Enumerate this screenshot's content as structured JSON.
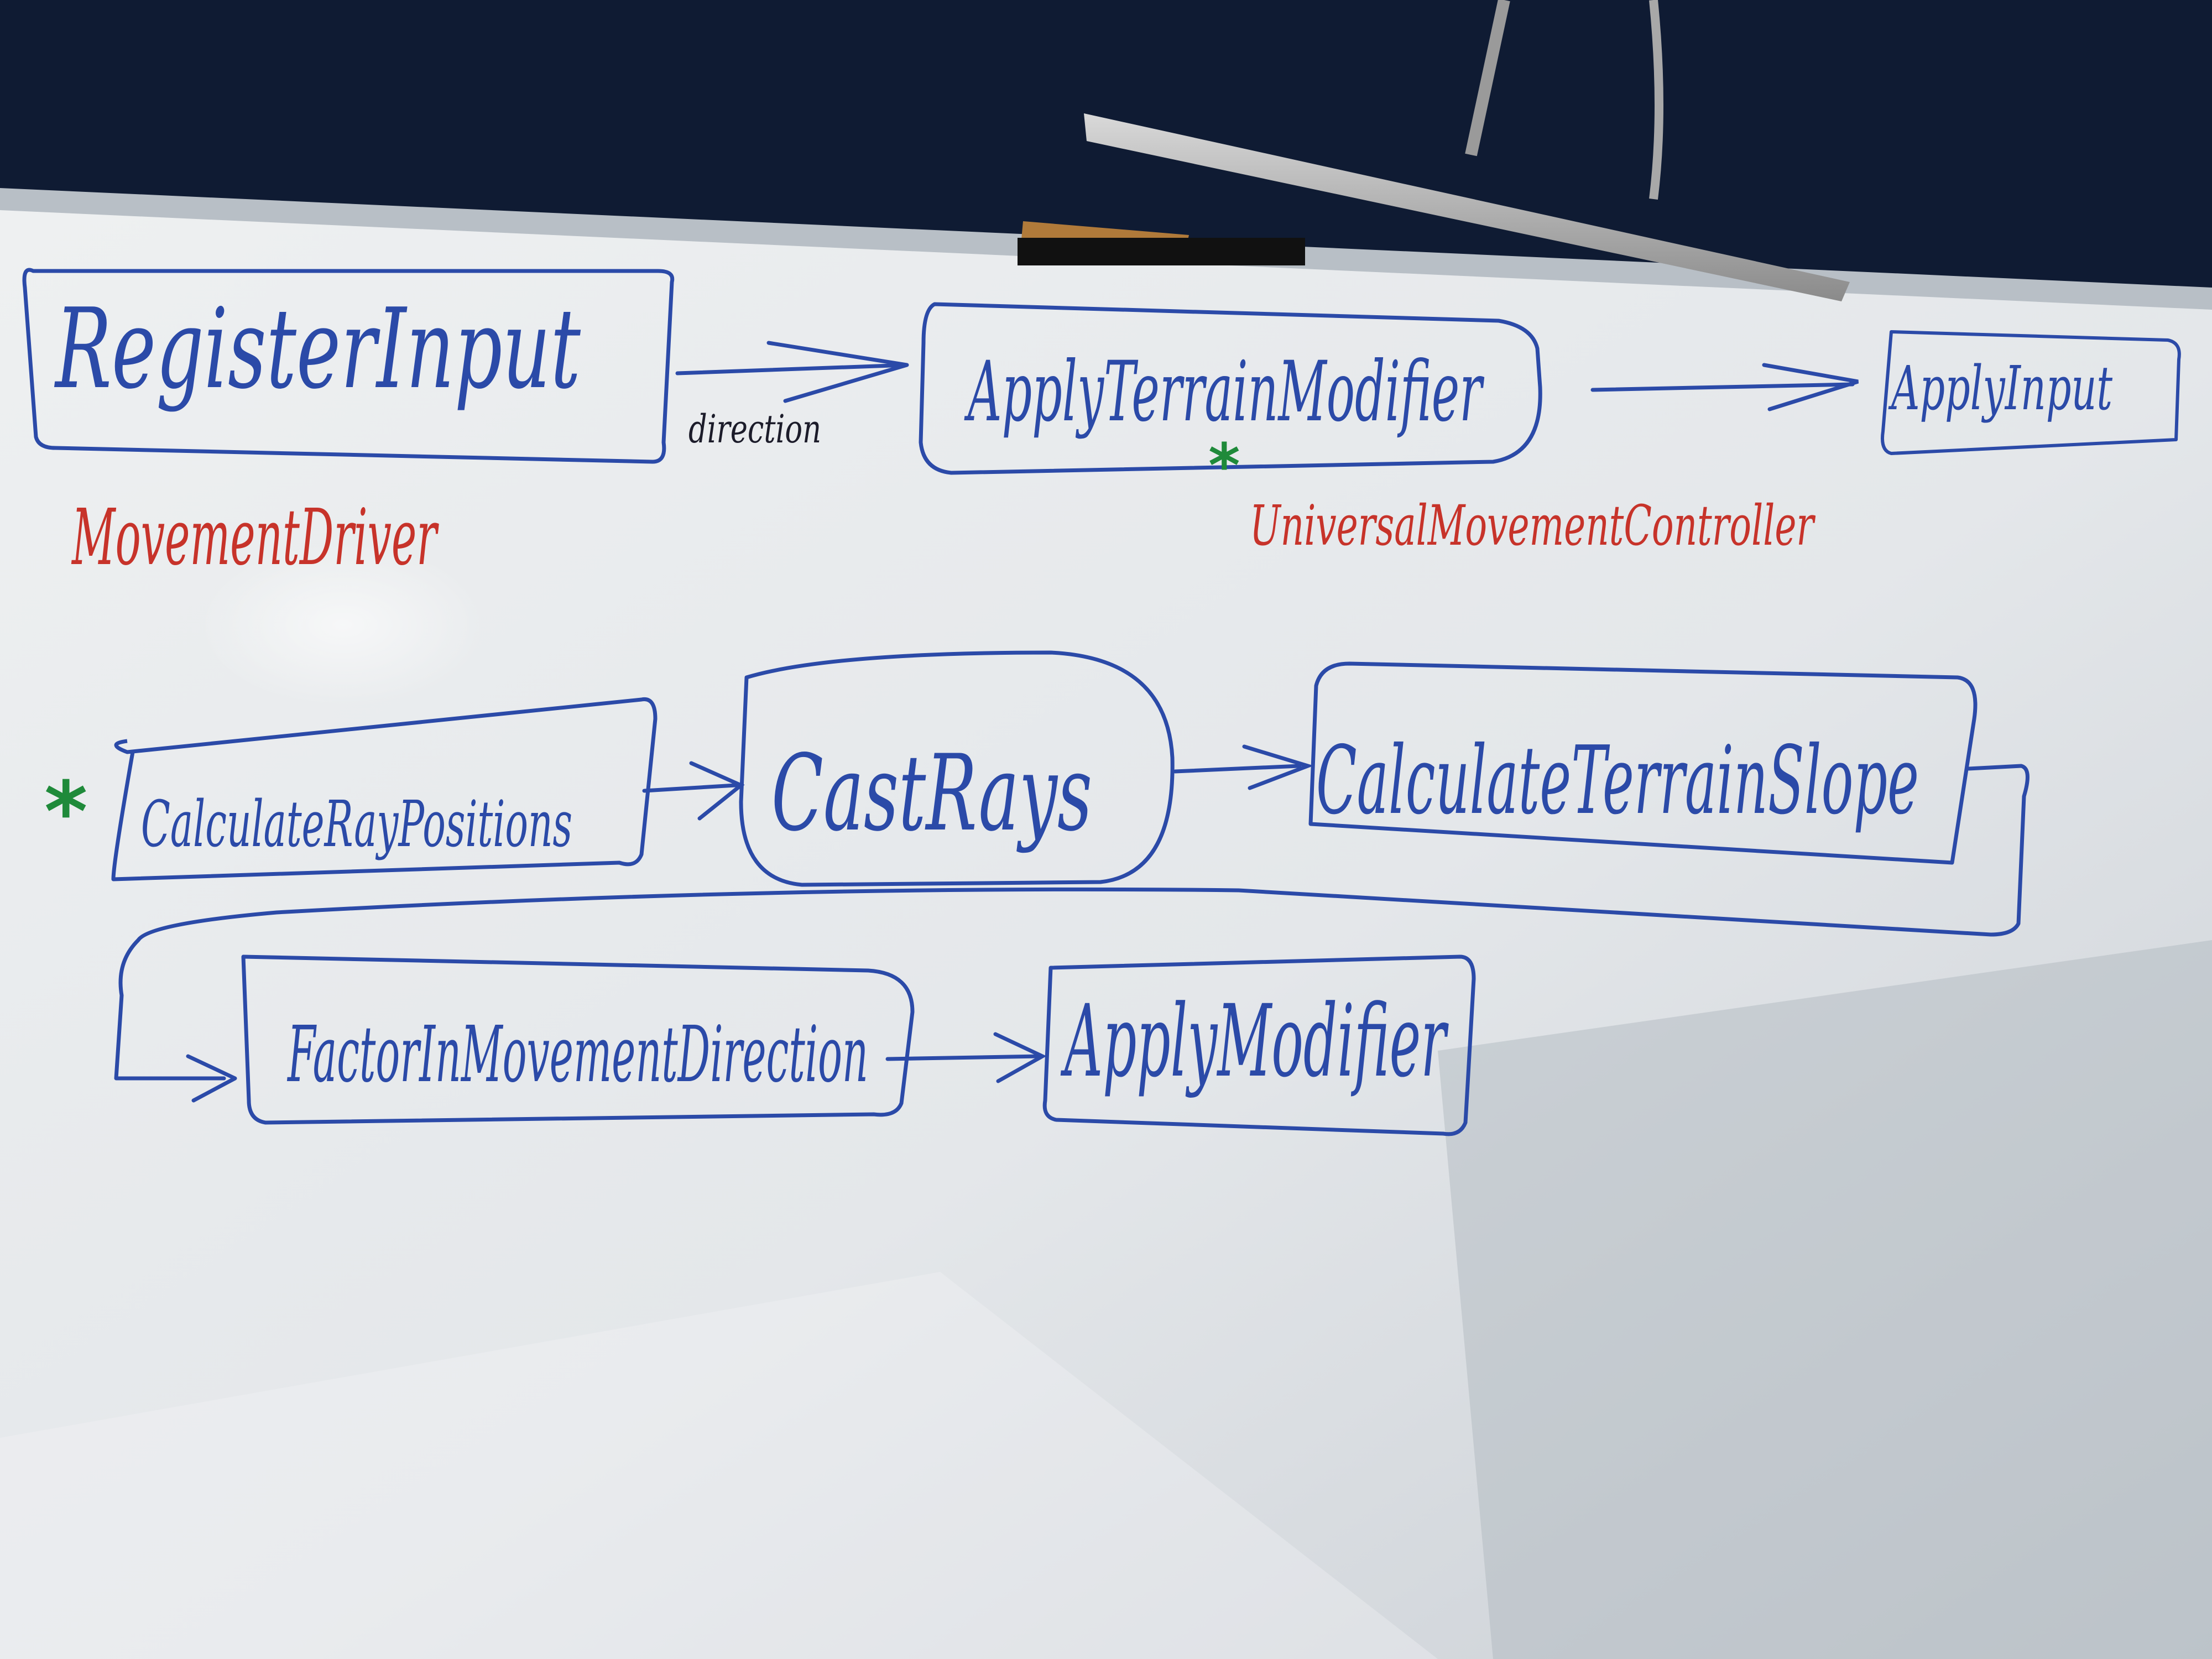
{
  "boxes": {
    "register_input": "RegisterInput",
    "apply_terrain_modifier": "ApplyTerrainModifier",
    "apply_input": "ApplyInput",
    "calculate_ray_positions": "CalculateRayPositions",
    "cast_rays": "CastRays",
    "calculate_terrain_slope": "CalculateTerrainSlope",
    "factor_in_movement_direction": "FactorInMovementDirection",
    "apply_modifier": "ApplyModifier"
  },
  "edge_labels": {
    "direction": "direction"
  },
  "group_labels": {
    "movement_driver": "MovementDriver",
    "universal_movement_controller": "UniversalMovementController"
  },
  "markers": {
    "star": "*"
  },
  "colors": {
    "marker_blue": "#2b4aa8",
    "marker_red": "#c7332a",
    "marker_green": "#1f8a3a",
    "board_white": "#e9ecee",
    "wall_navy": "#0f1b33"
  }
}
